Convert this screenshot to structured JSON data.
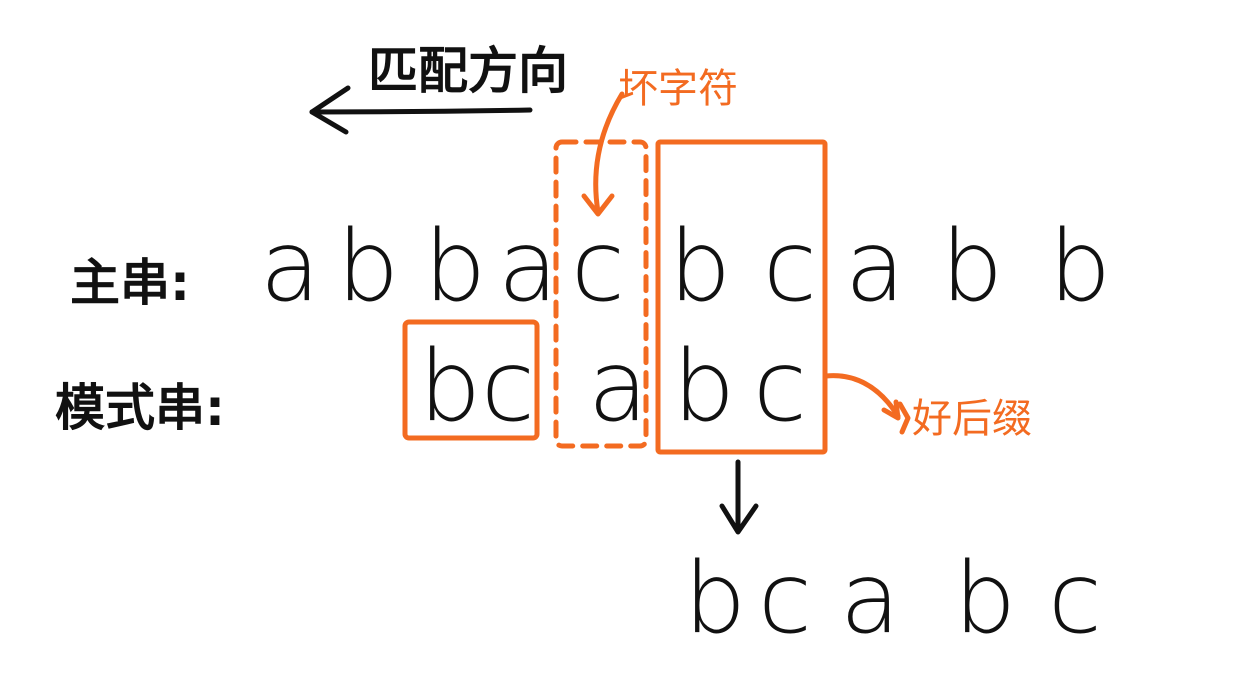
{
  "colors": {
    "ink": "#111111",
    "accent": "#f36b21",
    "background": "#ffffff"
  },
  "labels": {
    "direction": "匹配方向",
    "main_string": "主串:",
    "pattern_string": "模式串:",
    "bad_char": "坏字符",
    "good_suffix": "好后缀"
  },
  "main_row": [
    "a",
    "b",
    "b",
    "a",
    "c",
    "b",
    "c",
    "a",
    "b",
    "b"
  ],
  "pattern_row": [
    "b",
    "c",
    "a",
    "b",
    "c"
  ],
  "shifted_row": [
    "b",
    "c",
    "a",
    "b",
    "c"
  ],
  "icons": {
    "direction_arrow": "arrow-left-icon",
    "bad_char_pointer": "curved-arrow-down-icon",
    "good_suffix_pointer": "curved-arrow-right-icon",
    "shift_arrow": "arrow-down-icon"
  }
}
